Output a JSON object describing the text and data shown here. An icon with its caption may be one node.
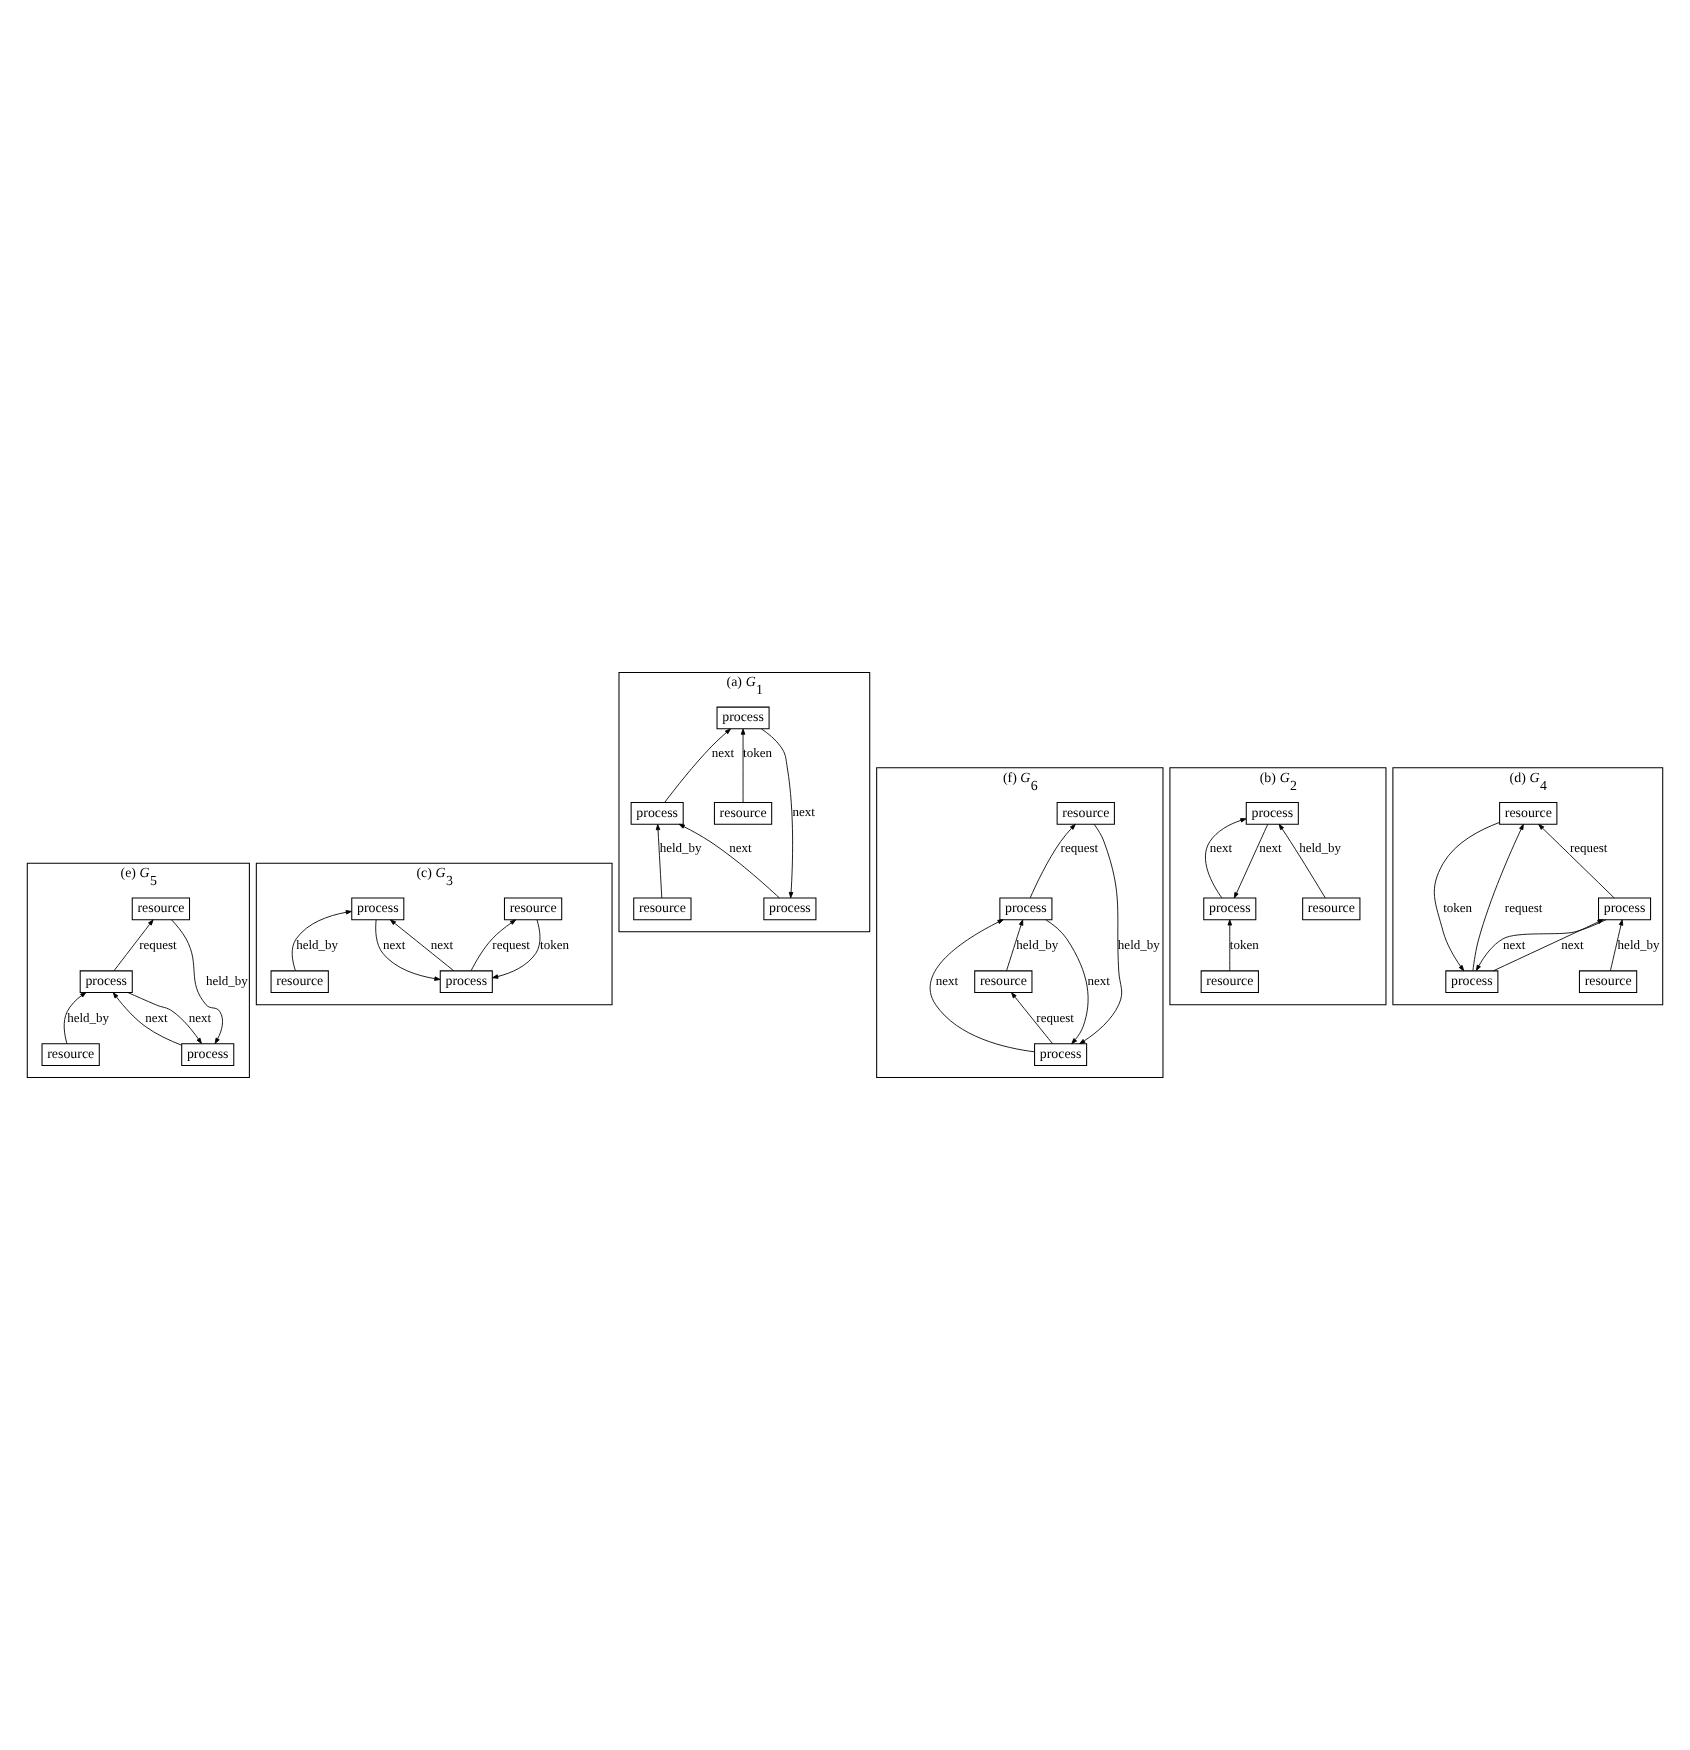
{
  "diagram": {
    "nodes": [
      {
        "text": [
          "(a) *G*$_{1}$"
        ]
      },
      {
        "text": [
          "process"
        ],
        "in": 0
      },
      {
        "text": [
          "process"
        ],
        "in": 0
      },
      {
        "text": [
          "process"
        ],
        "in": 0
      },
      {
        "text": [
          "resource"
        ],
        "in": 0
      },
      {
        "text": [
          "resource"
        ],
        "in": 0
      },
      {
        "text": [
          "(b) *G*$_{2}$"
        ]
      },
      {
        "text": [
          "process"
        ],
        "in": 6
      },
      {
        "text": [
          "process"
        ],
        "in": 6
      },
      {
        "text": [
          "resource"
        ],
        "in": 6
      },
      {
        "text": [
          "resource"
        ],
        "in": 6
      },
      {
        "text": [
          "(c) *G*$_{3}$"
        ]
      },
      {
        "text": [
          "process"
        ],
        "in": 11
      },
      {
        "text": [
          "process"
        ],
        "in": 11
      },
      {
        "text": [
          "resource"
        ],
        "in": 11
      },
      {
        "text": [
          "resource"
        ],
        "in": 11
      },
      {
        "text": [
          "(d) *G*$_{4}$"
        ]
      },
      {
        "text": [
          "process"
        ],
        "in": 16
      },
      {
        "text": [
          "process"
        ],
        "in": 16
      },
      {
        "text": [
          "resource"
        ],
        "in": 16
      },
      {
        "text": [
          "resource"
        ],
        "in": 16
      },
      {
        "text": [
          "(e) *G*$_{5}$"
        ]
      },
      {
        "text": [
          "process"
        ],
        "in": 21
      },
      {
        "text": [
          "process"
        ],
        "in": 21
      },
      {
        "text": [
          "resource"
        ],
        "in": 21
      },
      {
        "text": [
          "resource"
        ],
        "in": 21
      },
      {
        "text": [
          "(f) *G*$_{6}$"
        ]
      },
      {
        "text": [
          "process"
        ],
        "in": 26
      },
      {
        "text": [
          "process"
        ],
        "in": 26
      },
      {
        "text": [
          "resource"
        ],
        "in": 26
      },
      {
        "text": [
          "resource"
        ],
        "in": 26
      }
    ],
    "edges": [
      {
        "from": 1,
        "to": 2,
        "arrow": "to",
        "label": "next"
      },
      {
        "from": 3,
        "to": 1,
        "arrow": "to",
        "label": "next"
      },
      {
        "from": 2,
        "to": 3,
        "arrow": "to",
        "label": "next"
      },
      {
        "from": 4,
        "to": 3,
        "arrow": "to",
        "label": "token"
      },
      {
        "from": 5,
        "to": 2,
        "arrow": "to",
        "label": "held_by"
      },
      {
        "from": 7,
        "to": 8,
        "arrow": "to",
        "label": "next"
      },
      {
        "from": 8,
        "to": 7,
        "arrow": "to",
        "label": "next"
      },
      {
        "from": 9,
        "to": 7,
        "arrow": "to",
        "label": "token"
      },
      {
        "from": 10,
        "to": 8,
        "arrow": "to",
        "label": "held_by"
      },
      {
        "from": 12,
        "to": 13,
        "arrow": "to",
        "label": "next"
      },
      {
        "from": 13,
        "to": 12,
        "arrow": "to",
        "label": "next"
      },
      {
        "from": 12,
        "to": 14,
        "arrow": "to",
        "label": "request"
      },
      {
        "from": 14,
        "to": 12,
        "arrow": "to",
        "label": "token"
      },
      {
        "from": 15,
        "to": 13,
        "arrow": "to",
        "label": "held_by"
      },
      {
        "from": 17,
        "to": 18,
        "arrow": "to",
        "label": "next"
      },
      {
        "from": 18,
        "to": 17,
        "arrow": "to",
        "label": "next"
      },
      {
        "from": 17,
        "to": 19,
        "arrow": "to",
        "label": "request"
      },
      {
        "from": 19,
        "to": 17,
        "arrow": "to",
        "label": "token"
      },
      {
        "from": 18,
        "to": 19,
        "arrow": "to",
        "label": "request"
      },
      {
        "from": 20,
        "to": 18,
        "arrow": "to",
        "label": "held_by"
      },
      {
        "from": 22,
        "to": 23,
        "arrow": "to",
        "label": "next"
      },
      {
        "from": 23,
        "to": 22,
        "arrow": "to",
        "label": "next"
      },
      {
        "from": 24,
        "to": 22,
        "arrow": "to",
        "label": "held_by"
      },
      {
        "from": 23,
        "to": 24,
        "arrow": "to",
        "label": "request"
      },
      {
        "from": 25,
        "to": 23,
        "arrow": "to",
        "label": "held_by"
      },
      {
        "from": 27,
        "to": 28,
        "arrow": "to",
        "label": "next"
      },
      {
        "from": 28,
        "to": 27,
        "arrow": "to",
        "label": "next"
      },
      {
        "from": 29,
        "to": 27,
        "arrow": "to",
        "label": "held_by"
      },
      {
        "from": 27,
        "to": 30,
        "arrow": "to",
        "label": "request"
      },
      {
        "from": 28,
        "to": 29,
        "arrow": "to",
        "label": "request"
      },
      {
        "from": 30,
        "to": 28,
        "arrow": "to",
        "label": "held_by"
      }
    ]
  }
}
